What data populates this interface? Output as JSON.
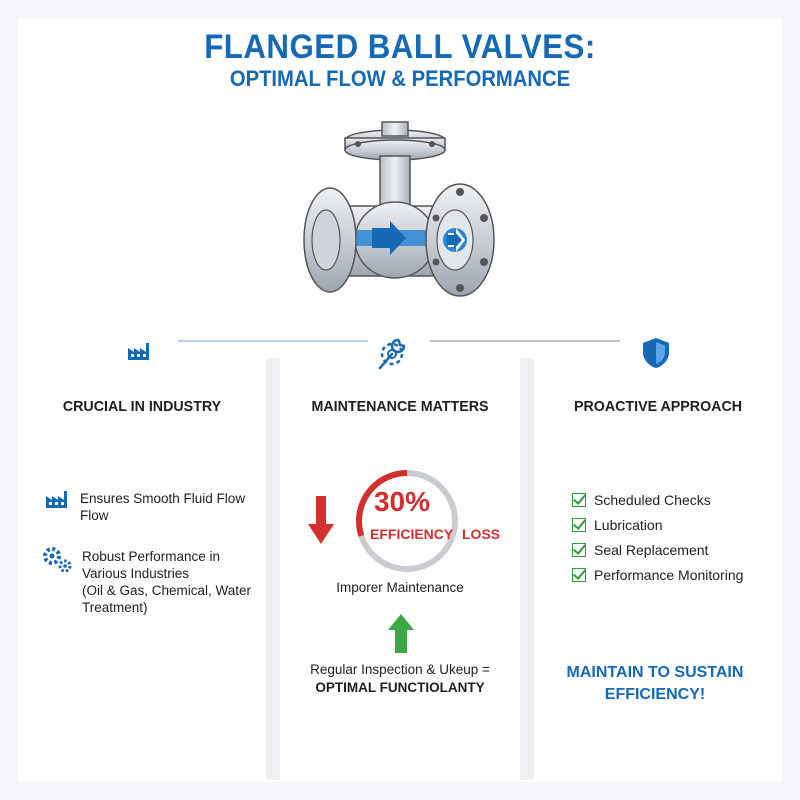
{
  "header": {
    "title": "FLANGED BALL VALVES:",
    "subtitle": "OPTIMAL FLOW & PERFORMANCE"
  },
  "colors": {
    "brand_blue": "#1669b5",
    "alert_red": "#d32f2f",
    "good_green": "#2e9a3a"
  },
  "columns": {
    "industry": {
      "heading": "CRUCIAL IN INDUSTRY",
      "icon": "factory-icon",
      "bullets": [
        {
          "icon": "factory-icon",
          "line1": "Ensures Smooth Fluid Flow",
          "line2": "Flow"
        },
        {
          "icon": "gears-icon",
          "line1": "Robust Performance in",
          "line2": "Various Industries",
          "line3": "(Oil & Gas, Chemical, Water",
          "line4": "Treatment)"
        }
      ]
    },
    "maintenance": {
      "heading": "MAINTENANCE MATTERS",
      "icon": "wrench-gear-icon",
      "efficiency_value": "30%",
      "efficiency_label": "EFFICIENCY",
      "efficiency_suffix": "LOSS",
      "efficiency_loss_fraction": 0.3,
      "improper_text": "Imporer Maintenance",
      "regular_text": "Regular Inspection & Ukeup =",
      "regular_result": "OPTIMAL FUNCTIOLANTY"
    },
    "proactive": {
      "heading": "PROACTIVE APPROACH",
      "icon": "shield-icon",
      "checklist": [
        "Scheduled Checks",
        "Lubrication",
        "Seal Replacement",
        "Performance Monitoring"
      ],
      "closing_line1": "MAINTAIN TO SUSTAIN",
      "closing_line2": "EFFICIENCY!"
    }
  }
}
